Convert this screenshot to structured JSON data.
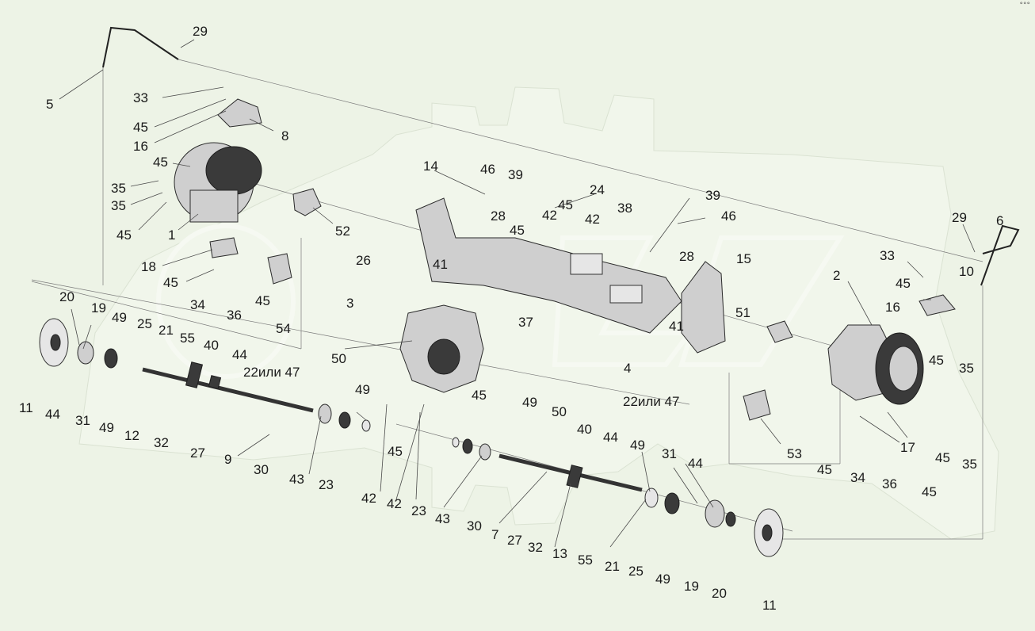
{
  "corner_mark": "°°°",
  "callouts": [
    {
      "id": "c29a",
      "text": "29"
    },
    {
      "id": "c5",
      "text": "5"
    },
    {
      "id": "c33a",
      "text": "33"
    },
    {
      "id": "c45a",
      "text": "45"
    },
    {
      "id": "c16a",
      "text": "16"
    },
    {
      "id": "c8",
      "text": "8"
    },
    {
      "id": "c45b",
      "text": "45"
    },
    {
      "id": "c35a",
      "text": "35"
    },
    {
      "id": "c35b",
      "text": "35"
    },
    {
      "id": "c45c",
      "text": "45"
    },
    {
      "id": "c1",
      "text": "1"
    },
    {
      "id": "c52",
      "text": "52"
    },
    {
      "id": "c18",
      "text": "18"
    },
    {
      "id": "c45d",
      "text": "45"
    },
    {
      "id": "c34a",
      "text": "34"
    },
    {
      "id": "c36a",
      "text": "36"
    },
    {
      "id": "c45e",
      "text": "45"
    },
    {
      "id": "c54",
      "text": "54"
    },
    {
      "id": "c20a",
      "text": "20"
    },
    {
      "id": "c19a",
      "text": "19"
    },
    {
      "id": "c49a",
      "text": "49"
    },
    {
      "id": "c25a",
      "text": "25"
    },
    {
      "id": "c21a",
      "text": "21"
    },
    {
      "id": "c55a",
      "text": "55"
    },
    {
      "id": "c40a",
      "text": "40"
    },
    {
      "id": "c44a",
      "text": "44"
    },
    {
      "id": "c22a",
      "text": "22или 47"
    },
    {
      "id": "c11a",
      "text": "11"
    },
    {
      "id": "c44b",
      "text": "44"
    },
    {
      "id": "c31a",
      "text": "31"
    },
    {
      "id": "c49b",
      "text": "49"
    },
    {
      "id": "c12",
      "text": "12"
    },
    {
      "id": "c32a",
      "text": "32"
    },
    {
      "id": "c27a",
      "text": "27"
    },
    {
      "id": "c9",
      "text": "9"
    },
    {
      "id": "c30a",
      "text": "30"
    },
    {
      "id": "c43a",
      "text": "43"
    },
    {
      "id": "c23a",
      "text": "23"
    },
    {
      "id": "c50a",
      "text": "50"
    },
    {
      "id": "c49c",
      "text": "49"
    },
    {
      "id": "c3",
      "text": "3"
    },
    {
      "id": "c26",
      "text": "26"
    },
    {
      "id": "c14",
      "text": "14"
    },
    {
      "id": "c46a",
      "text": "46"
    },
    {
      "id": "c39a",
      "text": "39"
    },
    {
      "id": "c24",
      "text": "24"
    },
    {
      "id": "c28a",
      "text": "28"
    },
    {
      "id": "c42a",
      "text": "42"
    },
    {
      "id": "c45f",
      "text": "45"
    },
    {
      "id": "c42b",
      "text": "42"
    },
    {
      "id": "c45g",
      "text": "45"
    },
    {
      "id": "c41a",
      "text": "41"
    },
    {
      "id": "c37",
      "text": "37"
    },
    {
      "id": "c45h",
      "text": "45"
    },
    {
      "id": "c49d",
      "text": "49"
    },
    {
      "id": "c50b",
      "text": "50"
    },
    {
      "id": "c45i",
      "text": "45"
    },
    {
      "id": "c42c",
      "text": "42"
    },
    {
      "id": "c42d",
      "text": "42"
    },
    {
      "id": "c23b",
      "text": "23"
    },
    {
      "id": "c43b",
      "text": "43"
    },
    {
      "id": "c30b",
      "text": "30"
    },
    {
      "id": "c7",
      "text": "7"
    },
    {
      "id": "c27b",
      "text": "27"
    },
    {
      "id": "c32b",
      "text": "32"
    },
    {
      "id": "c13",
      "text": "13"
    },
    {
      "id": "c40b",
      "text": "40"
    },
    {
      "id": "c44c",
      "text": "44"
    },
    {
      "id": "c4",
      "text": "4"
    },
    {
      "id": "c22b",
      "text": "22или 47"
    },
    {
      "id": "c38",
      "text": "38"
    },
    {
      "id": "c39b",
      "text": "39"
    },
    {
      "id": "c46b",
      "text": "46"
    },
    {
      "id": "c15",
      "text": "15"
    },
    {
      "id": "c28b",
      "text": "28"
    },
    {
      "id": "c41b",
      "text": "41"
    },
    {
      "id": "c51",
      "text": "51"
    },
    {
      "id": "c29b",
      "text": "29"
    },
    {
      "id": "c6",
      "text": "6"
    },
    {
      "id": "c33b",
      "text": "33"
    },
    {
      "id": "c2",
      "text": "2"
    },
    {
      "id": "c45j",
      "text": "45"
    },
    {
      "id": "c10",
      "text": "10"
    },
    {
      "id": "c16b",
      "text": "16"
    },
    {
      "id": "c45k",
      "text": "45"
    },
    {
      "id": "c35c",
      "text": "35"
    },
    {
      "id": "c53",
      "text": "53"
    },
    {
      "id": "c17",
      "text": "17"
    },
    {
      "id": "c45l",
      "text": "45"
    },
    {
      "id": "c35d",
      "text": "35"
    },
    {
      "id": "c45m",
      "text": "45"
    },
    {
      "id": "c34b",
      "text": "34"
    },
    {
      "id": "c36b",
      "text": "36"
    },
    {
      "id": "c45n",
      "text": "45"
    },
    {
      "id": "c49e",
      "text": "49"
    },
    {
      "id": "c31b",
      "text": "31"
    },
    {
      "id": "c44d",
      "text": "44"
    },
    {
      "id": "c55b",
      "text": "55"
    },
    {
      "id": "c21b",
      "text": "21"
    },
    {
      "id": "c25b",
      "text": "25"
    },
    {
      "id": "c49f",
      "text": "49"
    },
    {
      "id": "c19b",
      "text": "19"
    },
    {
      "id": "c20b",
      "text": "20"
    },
    {
      "id": "c11b",
      "text": "11"
    }
  ]
}
